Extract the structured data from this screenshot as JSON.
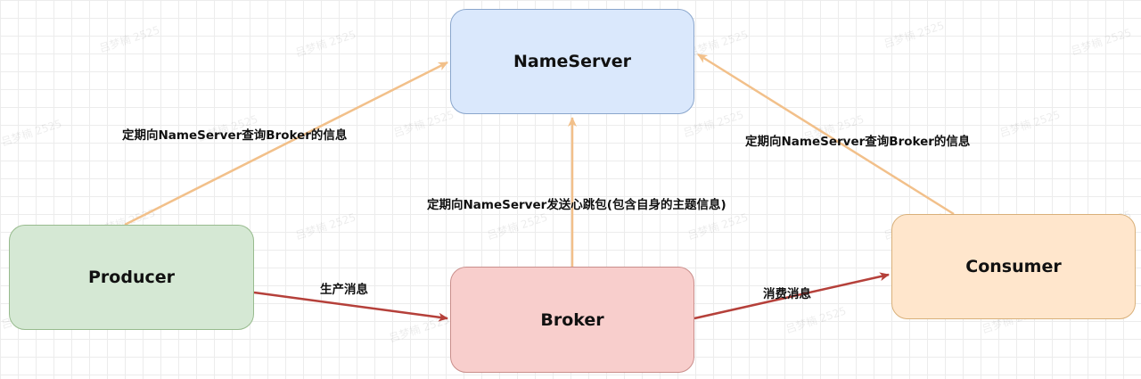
{
  "nodes": {
    "nameserver": {
      "label": "NameServer",
      "fill": "#dae8fc",
      "stroke": "#8aa6cc"
    },
    "producer": {
      "label": "Producer",
      "fill": "#d5e8d4",
      "stroke": "#98bb8e"
    },
    "broker": {
      "label": "Broker",
      "fill": "#f8cecc",
      "stroke": "#c98e8b"
    },
    "consumer": {
      "label": "Consumer",
      "fill": "#ffe6cc",
      "stroke": "#d9b07a"
    }
  },
  "edges": {
    "producer_query": {
      "label": "定期向NameServer查询Broker的信息",
      "color": "#f2c08a"
    },
    "consumer_query": {
      "label": "定期向NameServer查询Broker的信息",
      "color": "#f2c08a"
    },
    "heartbeat": {
      "label": "定期向NameServer发送心跳包(包含自身的主题信息)",
      "color": "#f2c08a"
    },
    "produce": {
      "label": "生产消息",
      "color": "#b5403a"
    },
    "consume": {
      "label": "消费消息",
      "color": "#b5403a"
    }
  },
  "watermark": {
    "text": "吕梦楠 2525"
  }
}
